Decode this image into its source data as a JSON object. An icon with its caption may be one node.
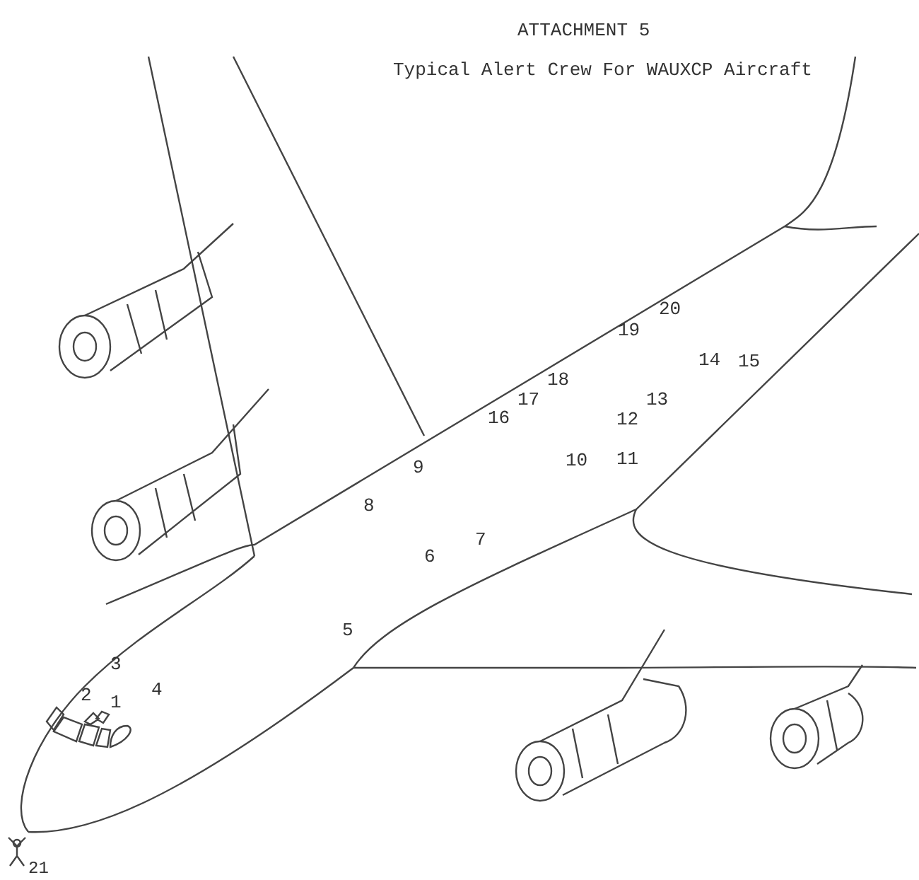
{
  "diagram": {
    "title": "ATTACHMENT 5",
    "caption": "Typical Alert Crew For WAUXCP Aircraft",
    "labels": [
      "1",
      "2",
      "3",
      "4",
      "5",
      "6",
      "7",
      "8",
      "9",
      "10",
      "11",
      "12",
      "13",
      "14",
      "15",
      "16",
      "17",
      "18",
      "19",
      "20",
      "21"
    ]
  }
}
